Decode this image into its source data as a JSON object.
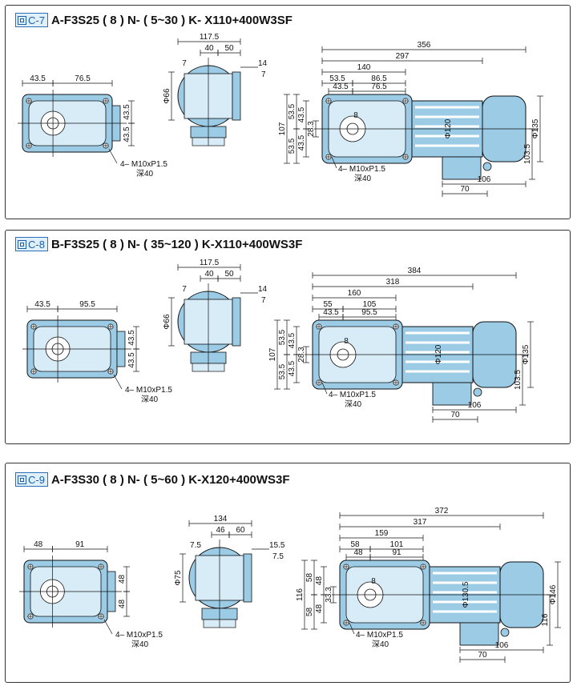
{
  "colors": {
    "body": "#9ccbe6",
    "light": "#d8ecf8",
    "line": "#111111",
    "accent": "#1d5fa8"
  },
  "panels": [
    {
      "badge": "C-7",
      "model": "A-F3S25 ( 8 ) N- ( 5~30 ) K- X110+400W3SF",
      "front": {
        "w_left": "43.5",
        "w_right": "76.5",
        "h_top": "43.5",
        "h_bot": "43.5",
        "note1": "4– M10xP1.5",
        "note2": "深40"
      },
      "side": {
        "total": "117.5",
        "a": "40",
        "b": "50",
        "c": "14",
        "d": "7",
        "e": "7",
        "dia": "Φ66"
      },
      "main": {
        "l1": "356",
        "l2": "297",
        "l3": "140",
        "m1": "53.5",
        "m2": "86.5",
        "m3": "43.5",
        "m4": "76.5",
        "v_total": "107",
        "v1": "53.5",
        "v2": "53.5",
        "v3": "43.5",
        "v4": "43.5",
        "key": "28.3",
        "shaft": "8",
        "dia1": "Φ120",
        "dia2": "Φ135",
        "hb": "103.5",
        "b1": "106",
        "b2": "70",
        "note1": "4– M10xP1.5",
        "note2": "深40"
      }
    },
    {
      "badge": "C-8",
      "model": "B-F3S25 ( 8 ) N- ( 35~120 ) K-X110+400WS3F",
      "front": {
        "w_left": "43.5",
        "w_right": "95.5",
        "h_top": "43.5",
        "h_bot": "43.5",
        "note1": "4– M10xP1.5",
        "note2": "深40"
      },
      "side": {
        "total": "117.5",
        "a": "40",
        "b": "50",
        "c": "14",
        "d": "7",
        "e": "7",
        "dia": "Φ66"
      },
      "main": {
        "l1": "384",
        "l2": "318",
        "l3": "160",
        "m1": "55",
        "m2": "105",
        "m3": "43.5",
        "m4": "95.5",
        "v_total": "107",
        "v1": "53.5",
        "v2": "53.5",
        "v3": "43.5",
        "v4": "43.5",
        "key": "28.3",
        "shaft": "8",
        "dia1": "Φ120",
        "dia2": "Φ135",
        "hb": "103.5",
        "b1": "106",
        "b2": "70",
        "note1": "4– M10xP1.5",
        "note2": "深40"
      }
    },
    {
      "badge": "C-9",
      "model": "A-F3S30 ( 8 ) N- ( 5~60 ) K-X120+400WS3F",
      "front": {
        "w_left": "48",
        "w_right": "91",
        "h_top": "48",
        "h_bot": "48",
        "note1": "4– M10xP1.5",
        "note2": "深40"
      },
      "side": {
        "total": "134",
        "a": "46",
        "b": "60",
        "c": "15.5",
        "d": "7.5",
        "e": "7.5",
        "dia": "Φ75"
      },
      "main": {
        "l1": "372",
        "l2": "317",
        "l3": "159",
        "m1": "58",
        "m2": "101",
        "m3": "48",
        "m4": "91",
        "v_total": "116",
        "v1": "58",
        "v2": "58",
        "v3": "48",
        "v4": "48",
        "key": "33.3",
        "shaft": "8",
        "dia1": "Φ130.5",
        "dia2": "Φ146",
        "hb": "116",
        "b1": "106",
        "b2": "70",
        "note1": "4– M10xP1.5",
        "note2": "深40"
      }
    }
  ]
}
